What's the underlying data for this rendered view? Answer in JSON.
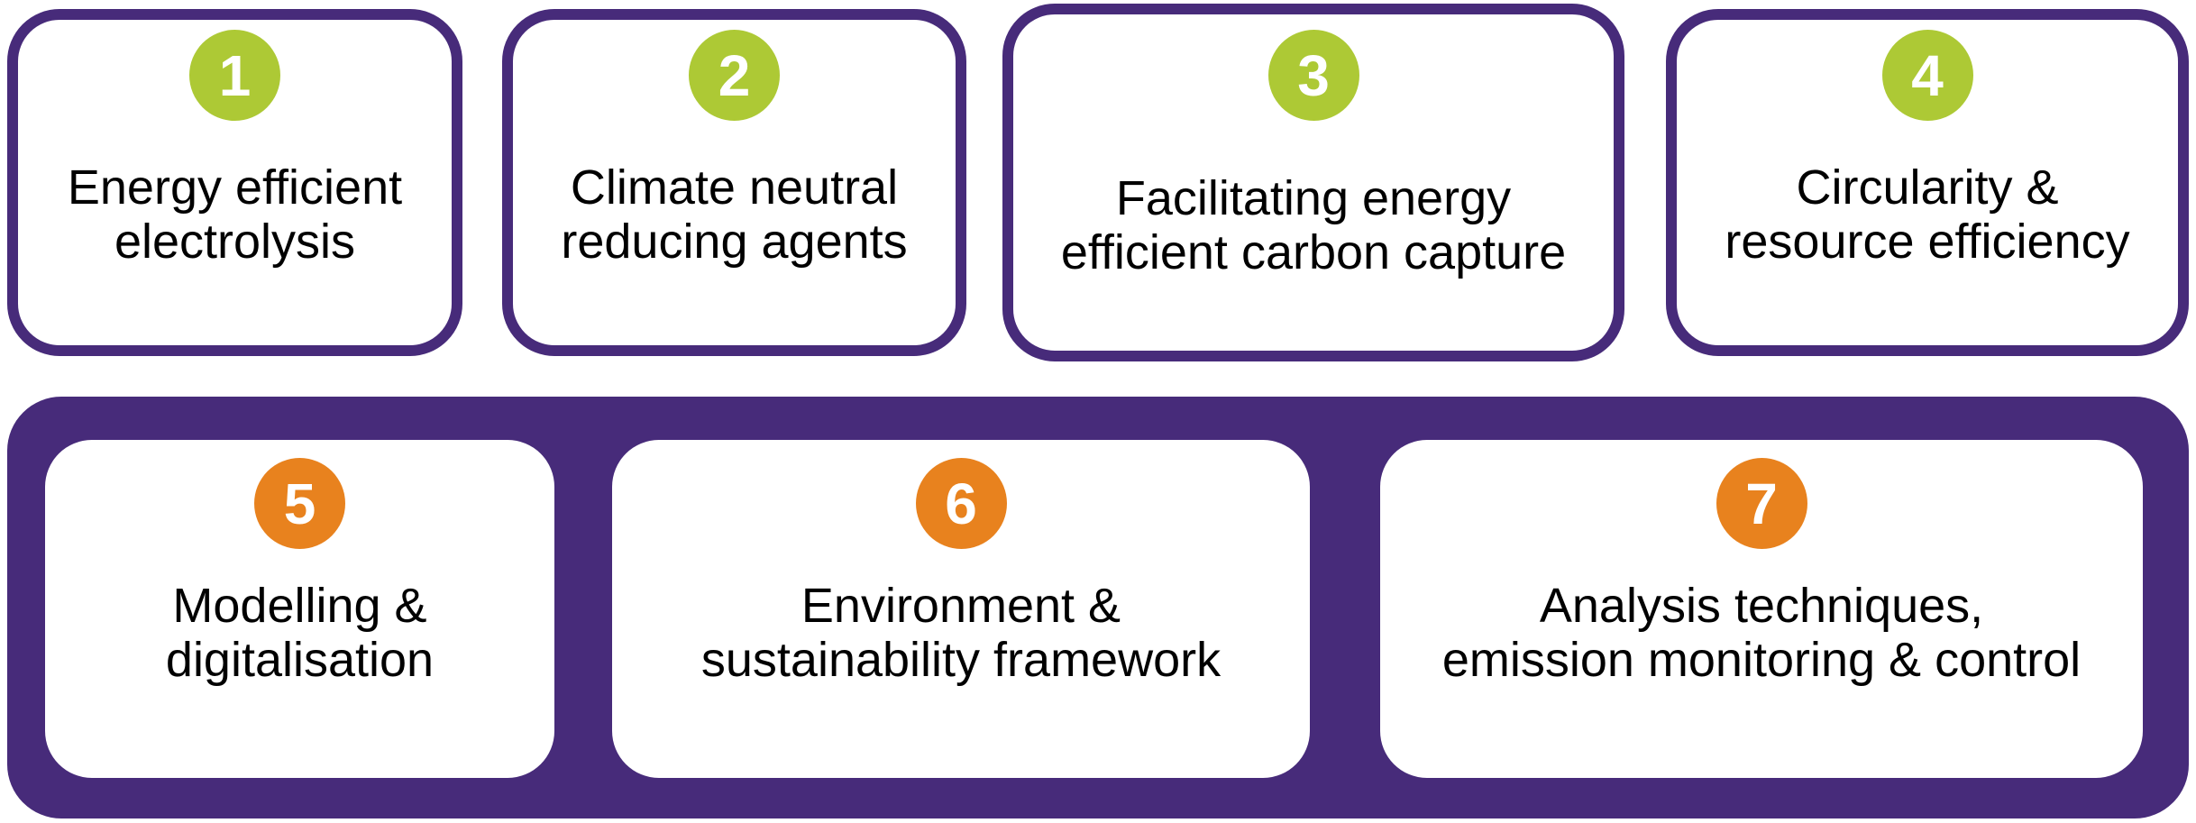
{
  "colors": {
    "purple": "#472B7A",
    "green": "#ADC935",
    "orange": "#E8821E",
    "text": "#000000",
    "box_bg": "#FFFFFF",
    "canvas_bg": "#FFFFFF"
  },
  "topics_top": [
    {
      "number": "1",
      "lines": [
        "Energy efficient",
        "electrolysis"
      ]
    },
    {
      "number": "2",
      "lines": [
        "Climate neutral",
        "reducing agents"
      ]
    },
    {
      "number": "3",
      "lines": [
        "Facilitating energy",
        "efficient carbon capture"
      ]
    },
    {
      "number": "4",
      "lines": [
        "Circularity &",
        "resource efficiency"
      ]
    }
  ],
  "topics_bottom": [
    {
      "number": "5",
      "lines": [
        "Modelling &",
        "digitalisation"
      ]
    },
    {
      "number": "6",
      "lines": [
        "Environment &",
        "sustainability framework"
      ]
    },
    {
      "number": "7",
      "lines": [
        "Analysis techniques,",
        "emission monitoring & control"
      ]
    }
  ]
}
